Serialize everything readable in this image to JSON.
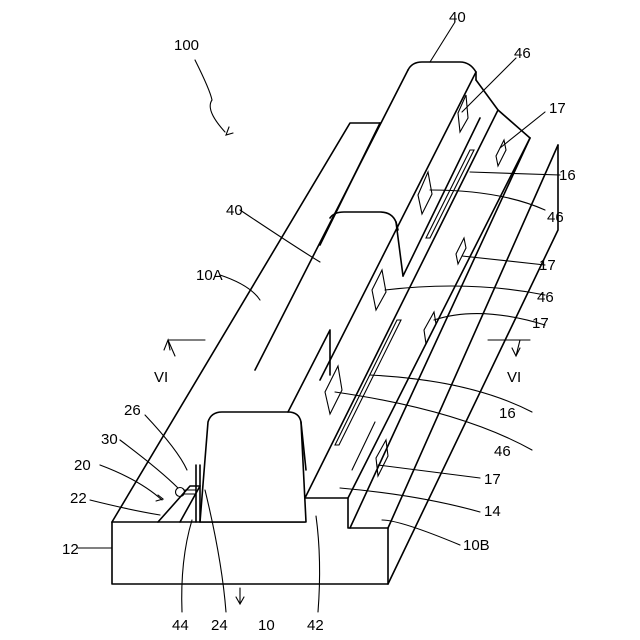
{
  "labels": {
    "ref_100": "100",
    "ref_40_top": "40",
    "ref_40_mid": "40",
    "ref_46_a": "46",
    "ref_46_b": "46",
    "ref_46_c": "46",
    "ref_46_d": "46",
    "ref_17_a": "17",
    "ref_17_b": "17",
    "ref_17_c": "17",
    "ref_17_d": "17",
    "ref_16_a": "16",
    "ref_16_b": "16",
    "ref_10A": "10A",
    "ref_10B": "10B",
    "ref_VI_left": "VI",
    "ref_VI_right": "VI",
    "ref_26": "26",
    "ref_30": "30",
    "ref_20": "20",
    "ref_22": "22",
    "ref_12": "12",
    "ref_14": "14",
    "ref_44": "44",
    "ref_24": "24",
    "ref_10": "10",
    "ref_42": "42"
  }
}
